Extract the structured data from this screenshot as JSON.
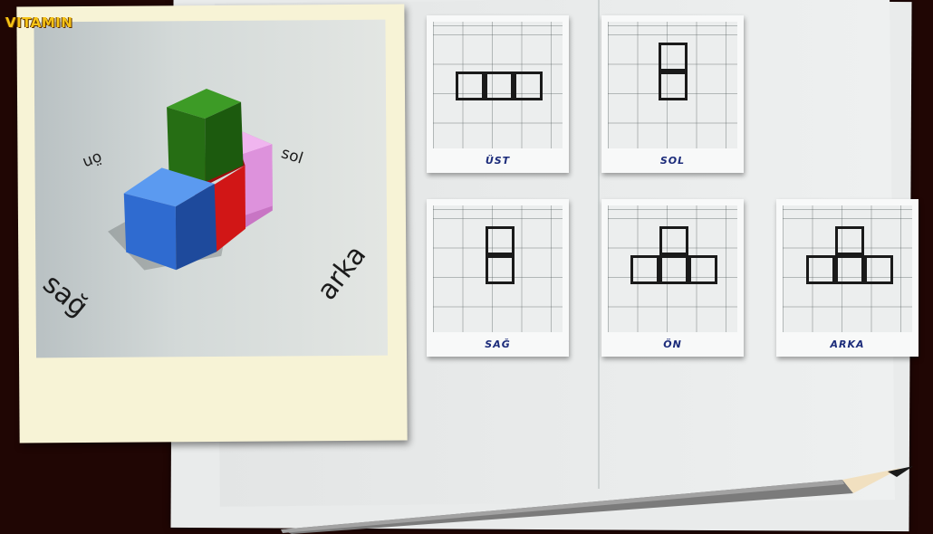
{
  "app": {
    "logo_text": "VITAMIN"
  },
  "scene": {
    "labels": {
      "right": "sağ",
      "back": "arka",
      "front": "ön",
      "left": "sol"
    }
  },
  "views": [
    {
      "id": "ust",
      "label": "ÜST"
    },
    {
      "id": "sol",
      "label": "SOL"
    },
    {
      "id": "sag",
      "label": "SAĞ"
    },
    {
      "id": "on",
      "label": "ÖN"
    },
    {
      "id": "arka",
      "label": "ARKA"
    }
  ],
  "colors": {
    "cube_blue": "#3a6fd0",
    "cube_red": "#c81010",
    "cube_green": "#2f7f1a",
    "cube_pink": "#d98ad8",
    "label_ink": "#1b2b7a"
  }
}
